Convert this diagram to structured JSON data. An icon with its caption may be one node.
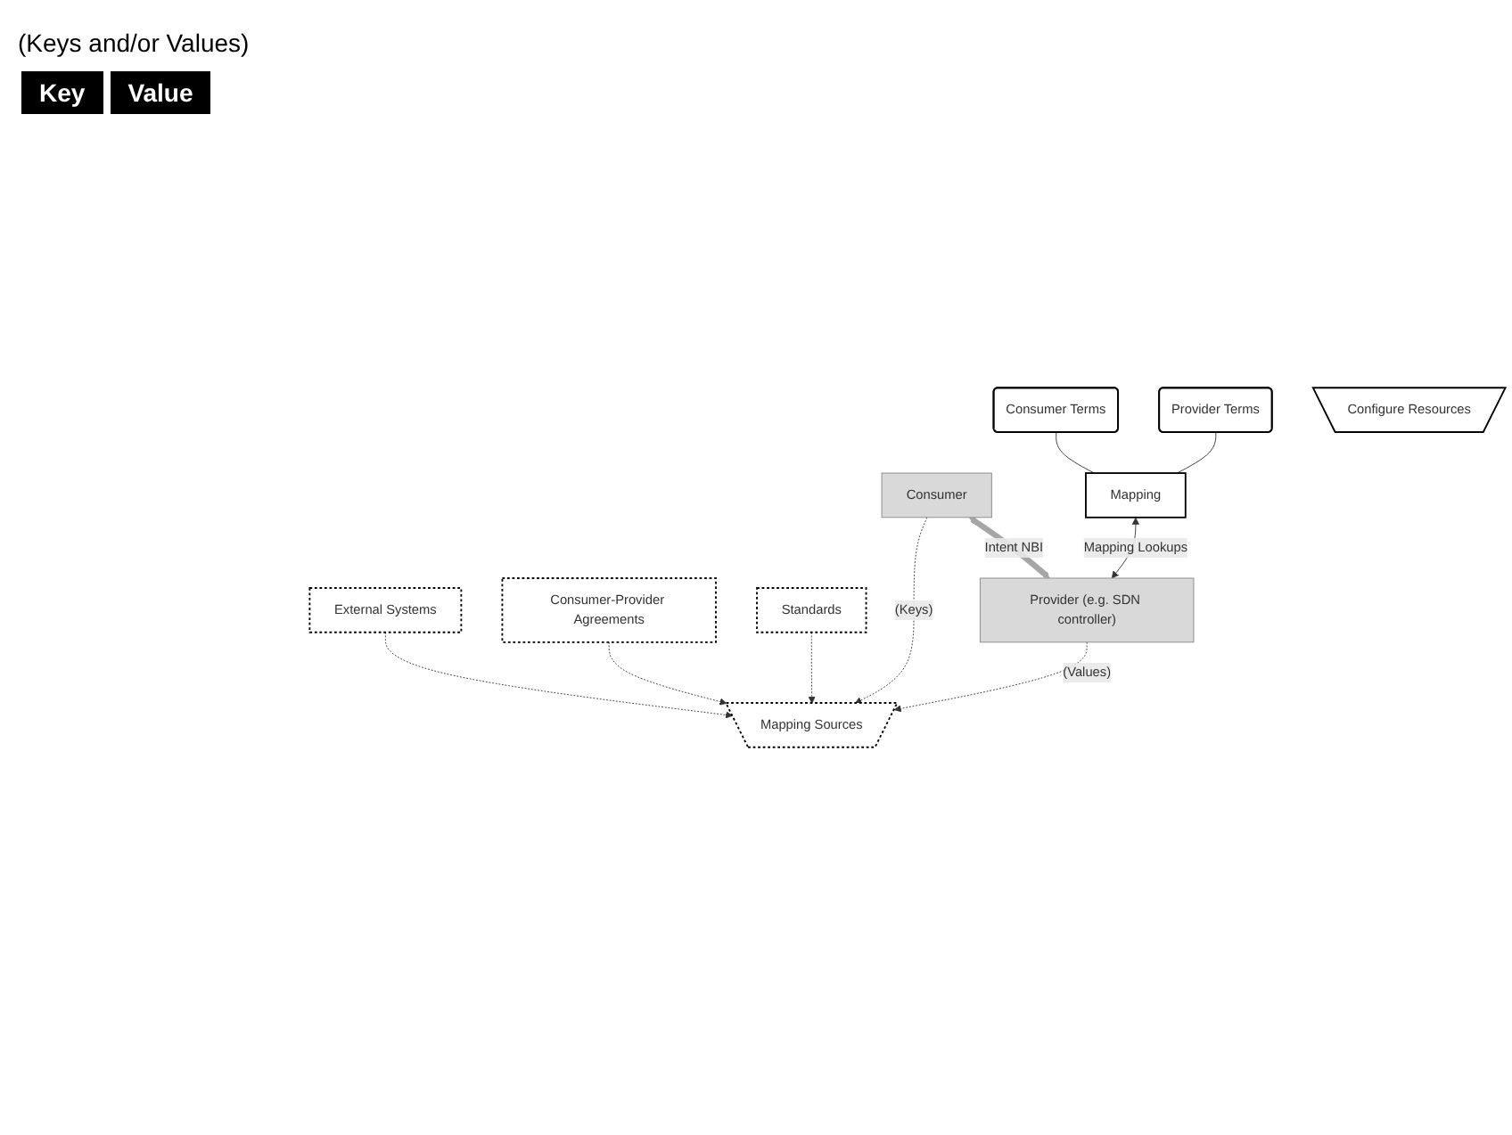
{
  "diagram": {
    "nodes": [
      {
        "text": [
          "External Systems"
        ]
      },
      {
        "text": [
          "Consumer-Provider Agreements"
        ]
      },
      {
        "text": [
          "Standards"
        ]
      },
      {
        "text": [
          "Consumer"
        ]
      },
      {
        "text": [
          "Mapping Sources"
        ]
      },
      {
        "text": [
          "Mapping"
        ]
      },
      {
        "text": [
          "Provider (e.g. SDN controller)"
        ]
      },
      {
        "text": [
          "Consumer Terms"
        ]
      },
      {
        "text": [
          "Provider Terms"
        ]
      },
      {
        "text": [
          "Configure Resources"
        ]
      }
    ],
    "edges": [
      {
        "from": 0,
        "to": 4,
        "arrow": "to",
        "style": "dashed"
      },
      {
        "from": 1,
        "to": 4,
        "arrow": "to",
        "style": "dashed"
      },
      {
        "from": 2,
        "to": 4,
        "arrow": "to",
        "style": "dashed"
      },
      {
        "from": 3,
        "to": 4,
        "arrow": "to",
        "style": "dashed",
        "label": "(Keys)"
      },
      {
        "from": 6,
        "to": 4,
        "arrow": "to",
        "style": "dashed",
        "label": "(Values)"
      },
      {
        "from": 3,
        "to": 6,
        "arrow": "both",
        "style": "thick",
        "label": "Intent NBI",
        "color": "#a6a6a6"
      },
      {
        "from": 5,
        "to": 6,
        "arrow": "both",
        "label": "Mapping Lookups"
      },
      {
        "from": 7,
        "to": 5,
        "arrow": "none"
      },
      {
        "from": 8,
        "to": 5,
        "arrow": "none"
      }
    ],
    "labels": [
      "(Keys and/or Values)",
      "Key",
      "Value"
    ]
  }
}
